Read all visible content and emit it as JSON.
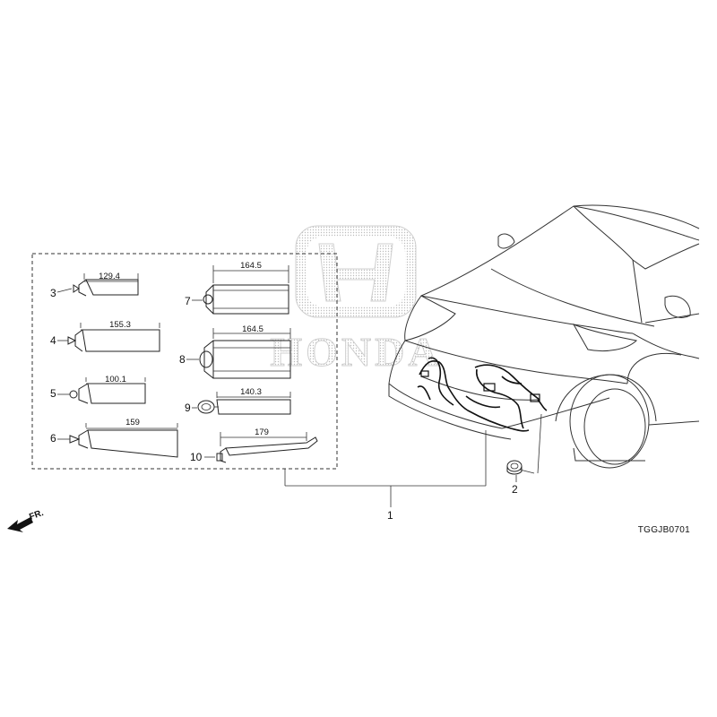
{
  "diagram": {
    "code": "TGGJB0701",
    "direction_label": "FR.",
    "watermark_text": "HONDA",
    "parts": [
      {
        "id": "3",
        "dimension": "129.4"
      },
      {
        "id": "4",
        "dimension": "155.3"
      },
      {
        "id": "5",
        "dimension": "100.1"
      },
      {
        "id": "6",
        "dimension": "159"
      },
      {
        "id": "7",
        "dimension": "164.5"
      },
      {
        "id": "8",
        "dimension": "164.5"
      },
      {
        "id": "9",
        "dimension": "140.3"
      },
      {
        "id": "10",
        "dimension": "179"
      }
    ],
    "callouts": [
      {
        "id": "1"
      },
      {
        "id": "2"
      }
    ]
  }
}
